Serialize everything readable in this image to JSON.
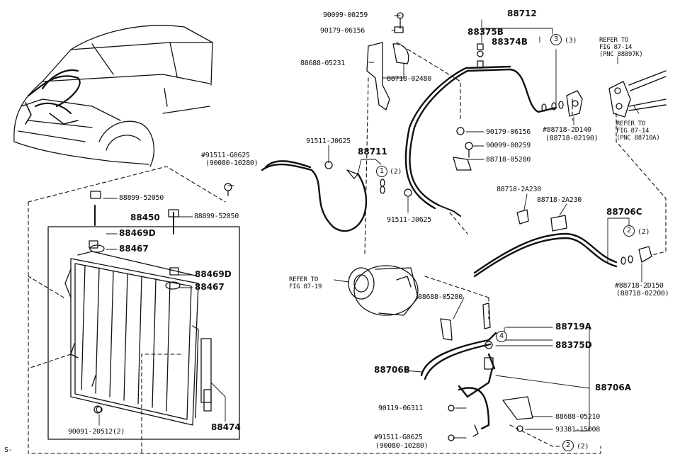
{
  "labels": {
    "p90099_00259_top": "90099-00259",
    "p90179_06156_top": "90179-06156",
    "p88688_05231": "88688-05231",
    "p88718_02480": "88718-02480",
    "p88712": "88712",
    "p88375B": "88375B",
    "p88374B": "88374B",
    "q3": "(3)",
    "refer_a1": "REFER TO",
    "refer_a2": "FIG 87-14",
    "refer_a3": "(PNC 88897K)",
    "refer_b1": "REFER TO",
    "refer_b2": "FIG 87-14",
    "refer_b3": "(PNC 88710A)",
    "p88718_2D140": "#88718-2D140",
    "p88718_02190": "(88718-02190)",
    "p90179_06156_mid": "90179-06156",
    "p90099_00259_mid": "90099-00259",
    "p88718_05280": "88718-05280",
    "p91511_G0625_a": "#91511-G0625",
    "p90080_10280_a": "(90080-10280)",
    "p91511_J0625_a": "91511-J0625",
    "p88711": "88711",
    "q2_a": "(2)",
    "p91511_J0625_b": "91511-J0625",
    "p88718_2A230_a": "88718-2A230",
    "p88718_2A230_b": "88718-2A230",
    "p88706C": "88706C",
    "q2_b": "(2)",
    "p88718_2D150": "#88718-2D150",
    "p88718_02200": "(88718-02200)",
    "p88899_52050_a": "88899-52050",
    "p88899_52050_b": "88899-52050",
    "p88450": "88450",
    "p88469D_a": "88469D",
    "p88467_a": "88467",
    "p88469D_b": "88469D",
    "p88467_b": "88467",
    "refer_c1": "REFER TO",
    "refer_c2": "FIG 87-19",
    "p88688_05280": "88688-05280",
    "p88719A": "88719A",
    "p88375D": "88375D",
    "p88706B": "88706B",
    "p88706A": "88706A",
    "p90119_06311": "90119-06311",
    "p88688_05210": "88688-05210",
    "p93381_15008": "93381-15008",
    "p91511_G0625_b": "#91511-G0625",
    "p90080_10280_b": "(90080-10280)",
    "q2_c": "(2)",
    "p90091_20512": "90091-20512(2)",
    "p88474": "88474",
    "corner": "S-"
  },
  "circles": {
    "c3": "3",
    "c1": "1",
    "c2a": "2",
    "c4": "4",
    "c2b": "2"
  }
}
